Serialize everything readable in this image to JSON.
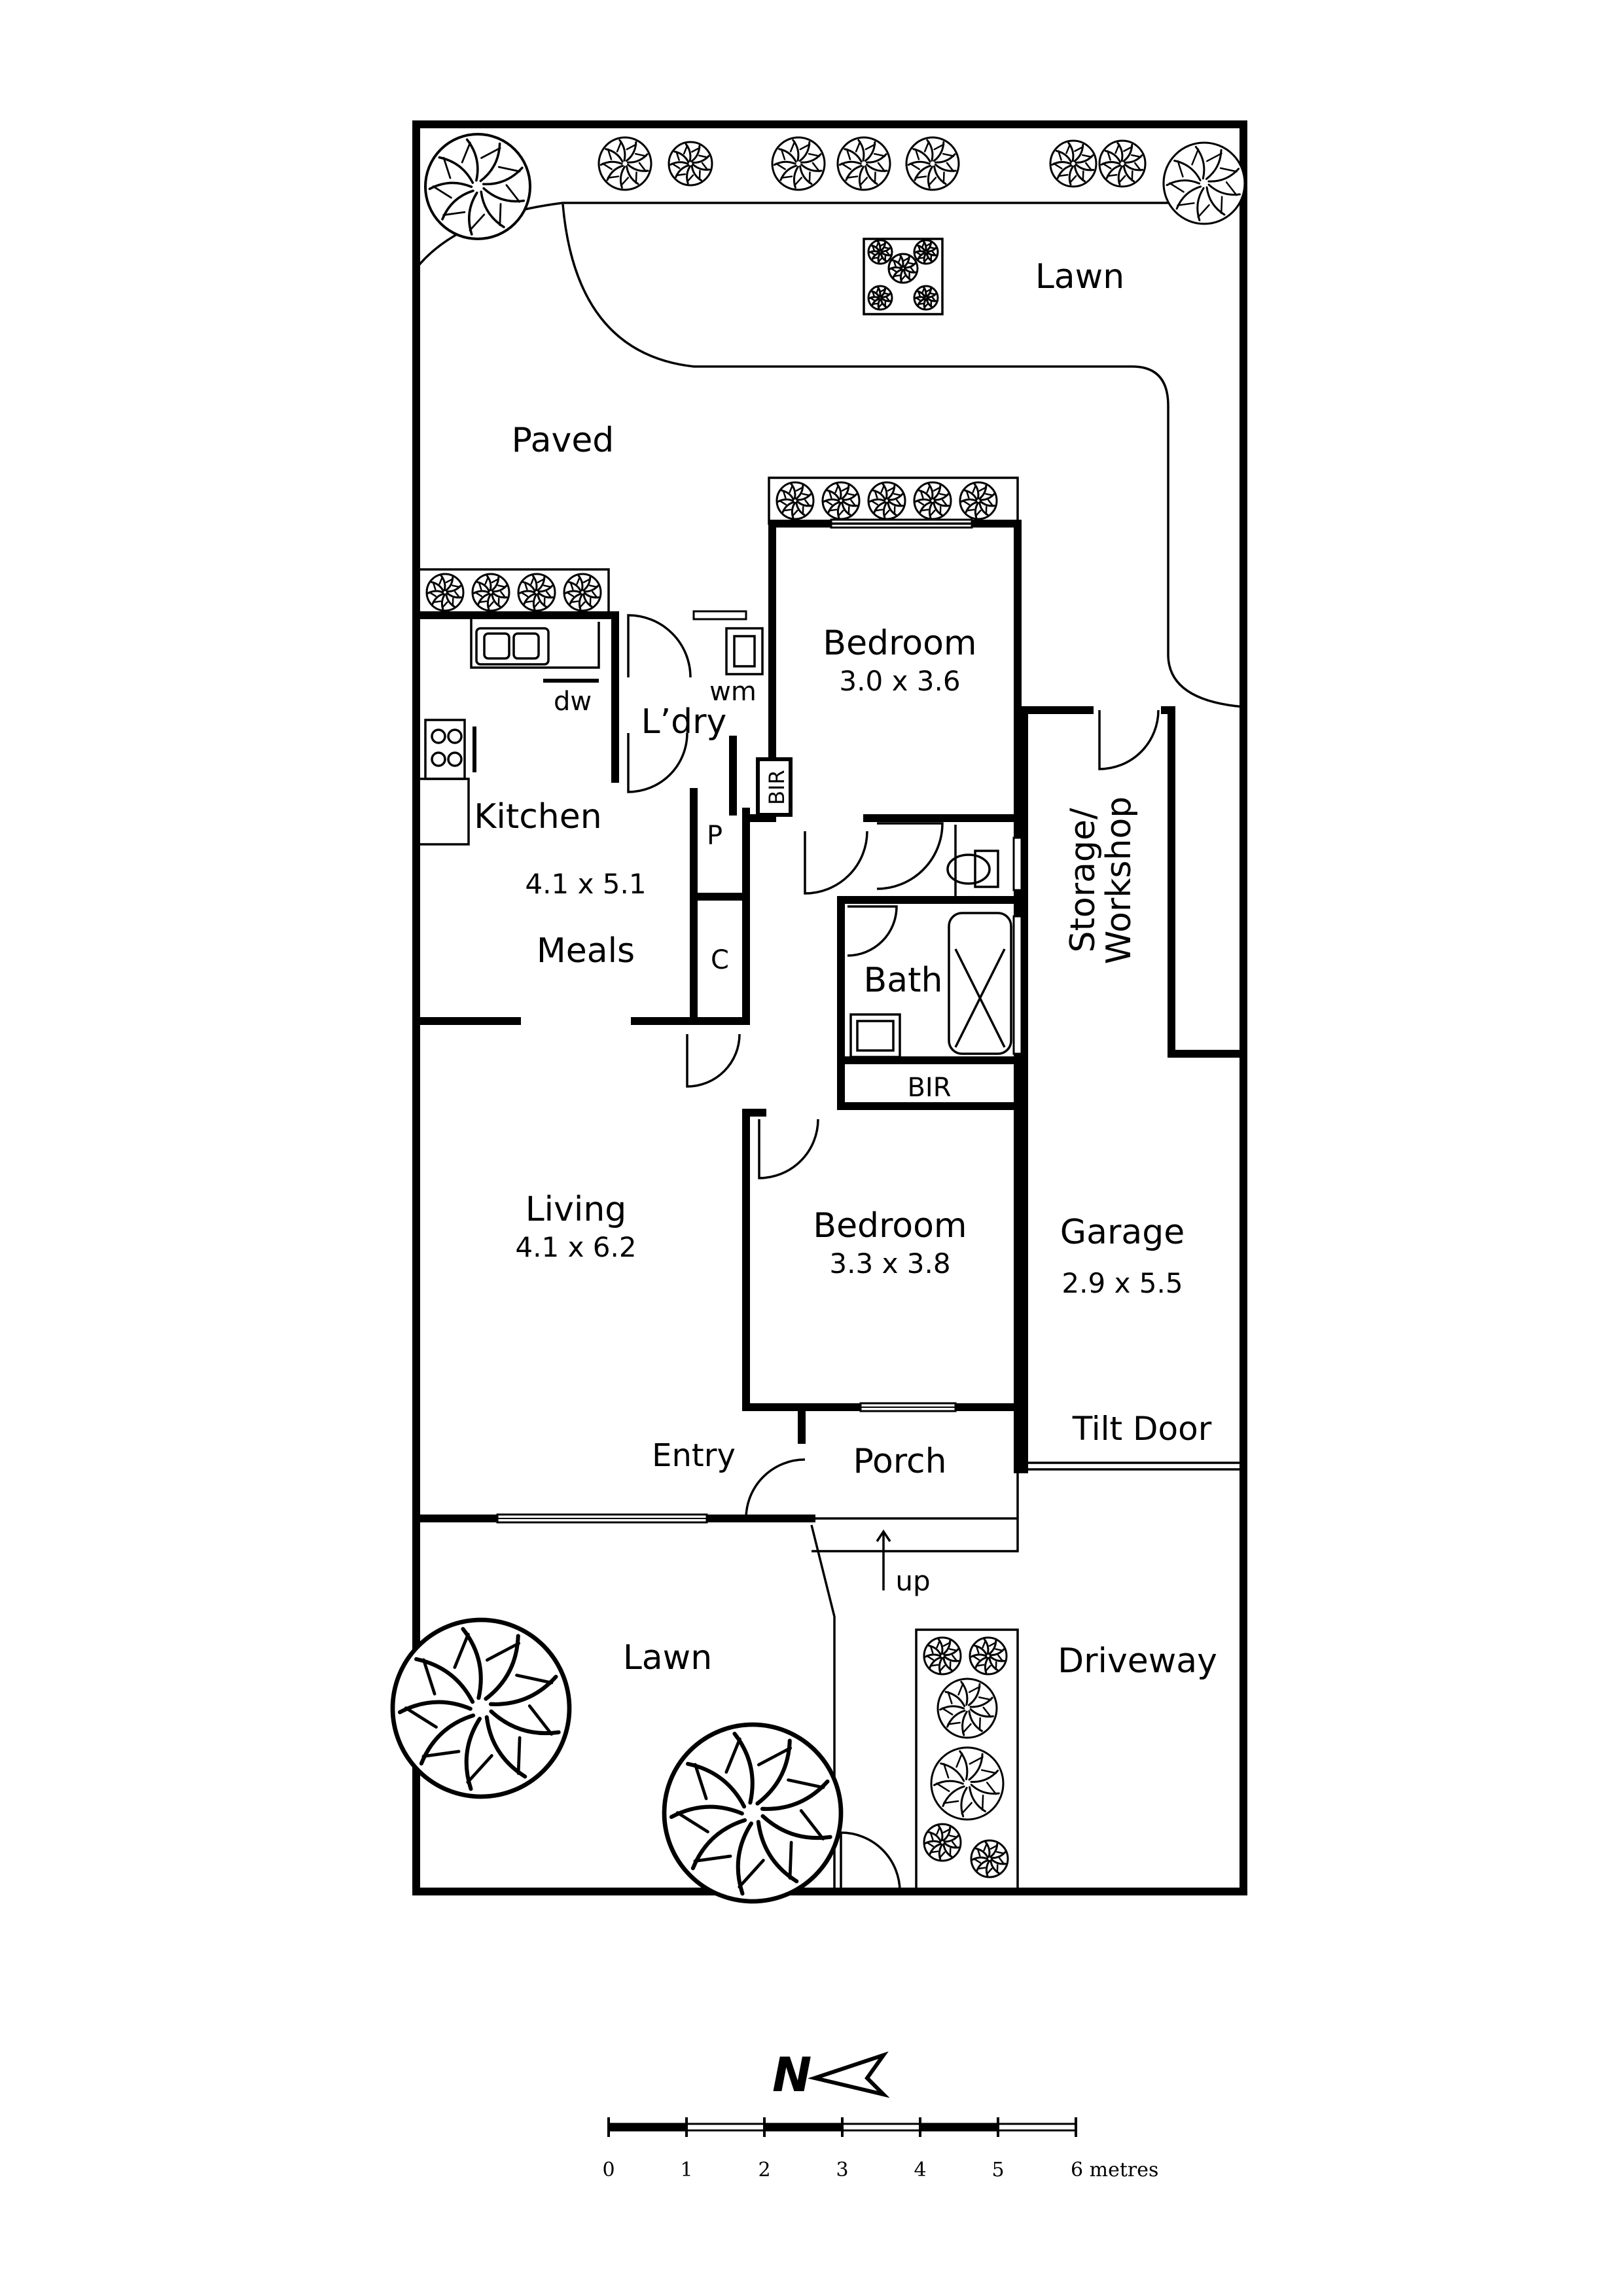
{
  "rooms": {
    "bedroom1": {
      "name": "Bedroom",
      "dims": "3.0 x 3.6"
    },
    "bedroom2": {
      "name": "Bedroom",
      "dims": "3.3 x 3.8"
    },
    "kitchen": {
      "name": "Kitchen",
      "dims": "4.1 x 5.1"
    },
    "meals": {
      "name": "Meals"
    },
    "living": {
      "name": "Living",
      "dims": "4.1 x 6.2"
    },
    "laundry": {
      "name": "L’dry"
    },
    "bath": {
      "name": "Bath"
    },
    "garage": {
      "name": "Garage",
      "dims": "2.9 x 5.5"
    },
    "storage": {
      "line1": "Storage/",
      "line2": "Workshop"
    },
    "porch": {
      "name": "Porch"
    },
    "entry": {
      "name": "Entry"
    }
  },
  "fixtures": {
    "dishwasher": "dw",
    "washing_machine": "wm",
    "pantry": "P",
    "cupboard": "C",
    "bir_upper": "BIR",
    "bir_lower": "BIR",
    "tilt_door": "Tilt Door",
    "up": "up"
  },
  "outdoor": {
    "lawn_rear": "Lawn",
    "paved": "Paved",
    "lawn_front": "Lawn",
    "driveway": "Driveway"
  },
  "compass": {
    "label": "N"
  },
  "scale": {
    "ticks": [
      "0",
      "1",
      "2",
      "3",
      "4",
      "5",
      "6 metres"
    ]
  }
}
